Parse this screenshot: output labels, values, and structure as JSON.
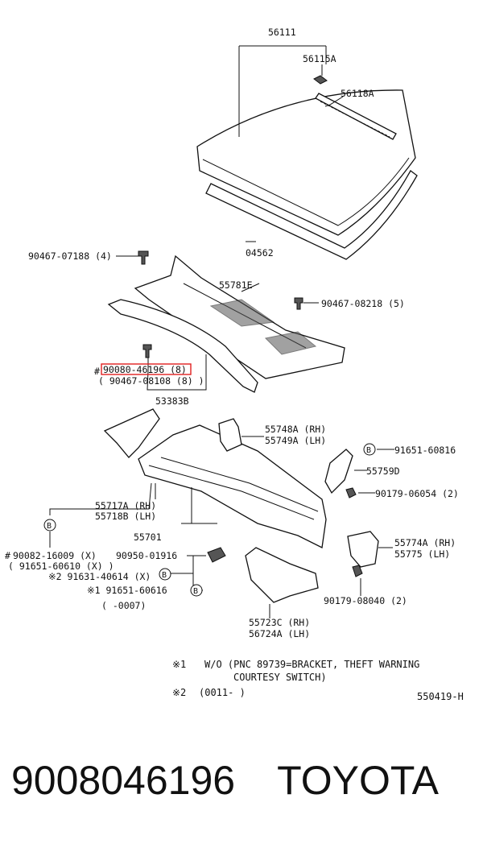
{
  "callouts": {
    "c56111": "56111",
    "c56115A": "56115A",
    "c56118A": "56118A",
    "c04562": "04562",
    "c90467_07188": "90467-07188 (4)",
    "c55781E": "55781E",
    "c90467_08218": "90467-08218 (5)",
    "c90080_46196": "90080-46196 (8)",
    "c90467_08108": "( 90467-08108 (8) )",
    "c53383B": "53383B",
    "c55748A": "55748A (RH)",
    "c55749A": "55749A (LH)",
    "c91651_60816": "91651-60816",
    "c55759D": "55759D",
    "c90179_06054": "90179-06054 (2)",
    "c55717A": "55717A (RH)",
    "c55718B": "55718B (LH)",
    "c55701": "55701",
    "c55774A": "55774A (RH)",
    "c55775": "55775  (LH)",
    "c90082_16009": "90082-16009 (X)",
    "c91651_60610": "( 91651-60610 (X) )",
    "c91631_40614": "※2 91631-40614 (X)",
    "c90950_01916": "90950-01916",
    "c91651_60616": "※1 91651-60616",
    "c0007": "(  -0007)",
    "c90179_08040": "90179-08040 (2)",
    "c55723C": "55723C (RH)",
    "c56724A": "56724A (LH)",
    "hash1": "#",
    "hash2": "#",
    "circleB": "B"
  },
  "notes": {
    "note1_mark": "※1",
    "note1_line1": "W/O (PNC 89739=BRACKET, THEFT WARNING",
    "note1_line2": "COURTESY SWITCH)",
    "note2_mark": "※2",
    "note2_text": "(0011-      )",
    "diagram_code": "550419-H"
  },
  "caption": {
    "part_number": "9008046196",
    "brand": "TOYOTA"
  },
  "colors": {
    "highlight": "#e02020"
  }
}
